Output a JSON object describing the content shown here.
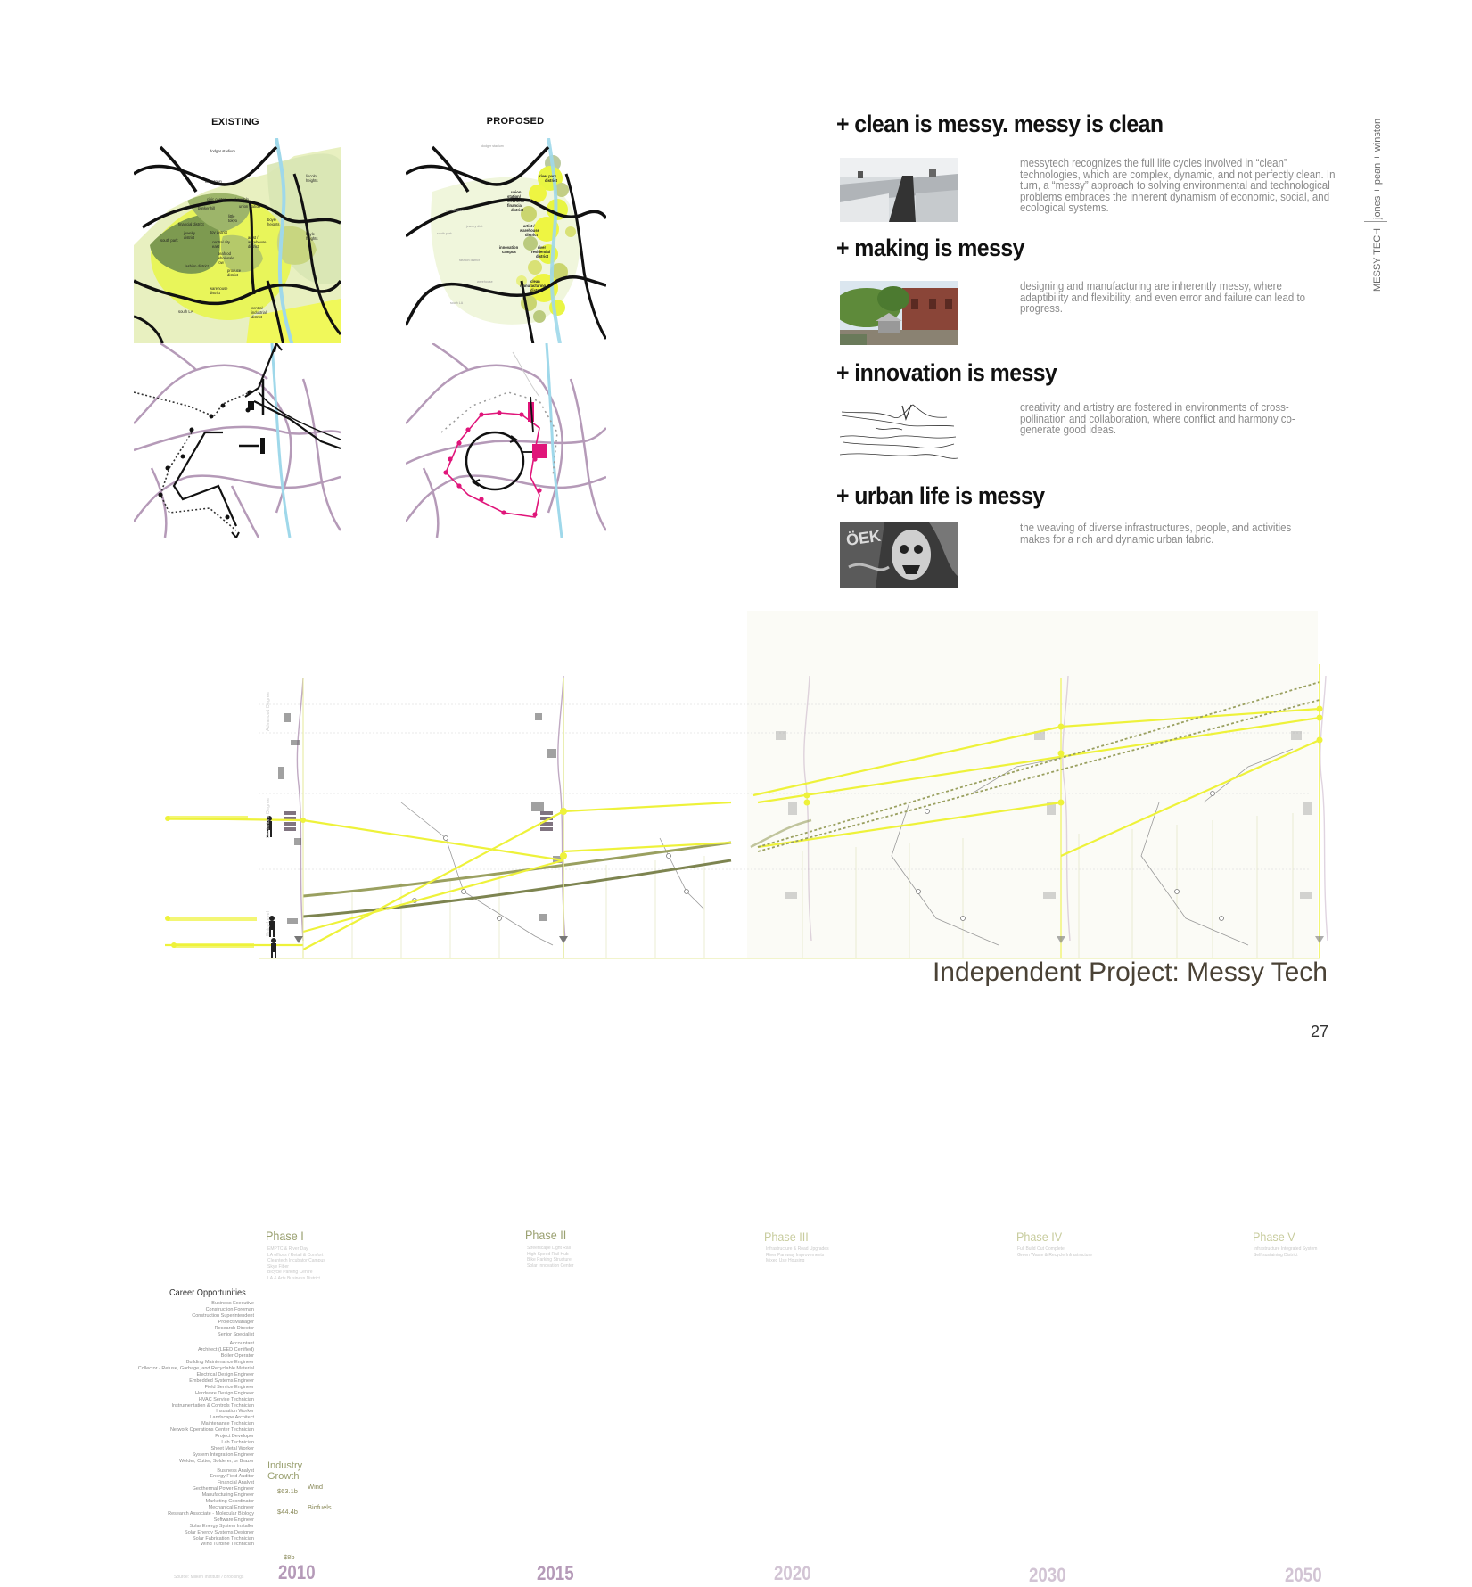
{
  "maps": {
    "existing_label": "EXISTING",
    "proposed_label": "PROPOSED",
    "existing_districts": [
      "dodger stadium",
      "chinatown",
      "lincoln heights",
      "civic center",
      "el pueblo",
      "union station",
      "bunker hill",
      "little tokyo",
      "financial district",
      "jewelry district",
      "toy district",
      "south park",
      "central city east",
      "artist / warehouse district",
      "boyle heights",
      "fashion district",
      "wholesale district",
      "produce district",
      "warehouse district",
      "south LA",
      "central industrial district"
    ],
    "proposed_districts": [
      "river park district",
      "union station/ cleantech financial district",
      "artist / warehouse district",
      "innovation campus",
      "river residential district",
      "clean manufacturing district"
    ]
  },
  "sections": [
    {
      "heading": "+ clean is messy. messy is clean",
      "text": "messytech recognizes the full life cycles involved in “clean” technologies, which are complex, dynamic, and not perfectly clean. In turn, a “messy” approach to solving environmental and  technological problems embraces the inherent dynamism of economic, social, and ecological systems."
    },
    {
      "heading": "+ making is messy",
      "text": "designing and manufacturing are inherently messy, where adaptibility and flexibility, and even error and failure can lead to progress."
    },
    {
      "heading": "+ innovation is messy",
      "text": "creativity and artistry are fostered in environments of cross-pollination and collaboration, where conflict and harmony co-generate good ideas."
    },
    {
      "heading": "+ urban life is messy",
      "text": "the weaving of diverse infrastructures, people, and activities makes for a rich and dynamic urban fabric."
    }
  ],
  "side_label": {
    "project": "MESSY TECH",
    "authors": "jones + pean + winston"
  },
  "timeline": {
    "career_title": "Career Opportunities",
    "careers": [
      "Business Executive",
      "Construction Foreman",
      "Construction Superintendent",
      "Project Manager",
      "Research Director",
      "Senior Specialist",
      "Accountant",
      "Architect (LEED Certified)",
      "Boiler Operator",
      "Building Maintenance Engineer",
      "Collector - Refuse, Garbage, and Recyclable Material",
      "Electrical Design Engineer",
      "Embedded Systems Engineer",
      "Field Service Engineer",
      "Hardware Design Engineer",
      "HVAC Service Technician",
      "Instrumentation & Controls Technician",
      "Insulation Worker",
      "Landscape Architect",
      "Maintenance Technician",
      "Network Operations Center Technician",
      "Project Developer",
      "Lab Technician",
      "Sheet Metal Worker",
      "System Integration Engineer",
      "Welder, Cutter, Solderer, or Brazer",
      "Business Analyst",
      "Energy Field Auditor",
      "Financial Analyst",
      "Geothermal Power Engineer",
      "Manufacturing Engineer",
      "Marketing Coordinator",
      "Mechanical Engineer",
      "Research Associate - Molecular Biology",
      "Software Engineer",
      "Solar Energy System Installer",
      "Solar Energy Systems Designer",
      "Solar Fabrication Technician",
      "Wind Turbine Technician"
    ],
    "growth_label": "Industry Growth",
    "metrics": [
      {
        "value": "$63.1b",
        "label": "Wind"
      },
      {
        "value": "$44.4b",
        "label": "Biofuels"
      },
      {
        "value": "$8b",
        "label": ""
      }
    ],
    "phases": [
      {
        "title": "Phase I",
        "year": "2010",
        "note": "EMPTC & River Day\nLA offices / Retail & Comfort\nCleantech Incubator Campus\nSkye Fiber\nBicycle Parking Centre\nLA & Arts Business District"
      },
      {
        "title": "Phase II",
        "year": "2015",
        "note": "Streetscape Light Rail\nHigh Speed Rail Hub\nBike Parking Structure\nSolar Innovation Center"
      },
      {
        "title": "Phase III",
        "year": "2020",
        "note": "Infrastructure & Road Upgrades\nRiver Parkway Improvements\nMixed Use Housing"
      },
      {
        "title": "Phase IV",
        "year": "2030",
        "note": "Full Build Out Complete\nGreen Waste & Recycle Infrastructure"
      },
      {
        "title": "Phase V",
        "year": "2050",
        "note": "Infrastructure Integrated System\nSelf-sustaining District"
      }
    ],
    "source_note": "Source: Milken Institute / Brookings"
  },
  "footer": {
    "title": "Independent Project: Messy Tech",
    "page": "27"
  },
  "colors": {
    "yellow": "#eef23a",
    "olive": "#9aa060",
    "purple": "#b59ab8",
    "river": "#9fd8ea",
    "magenta": "#e0157a"
  }
}
